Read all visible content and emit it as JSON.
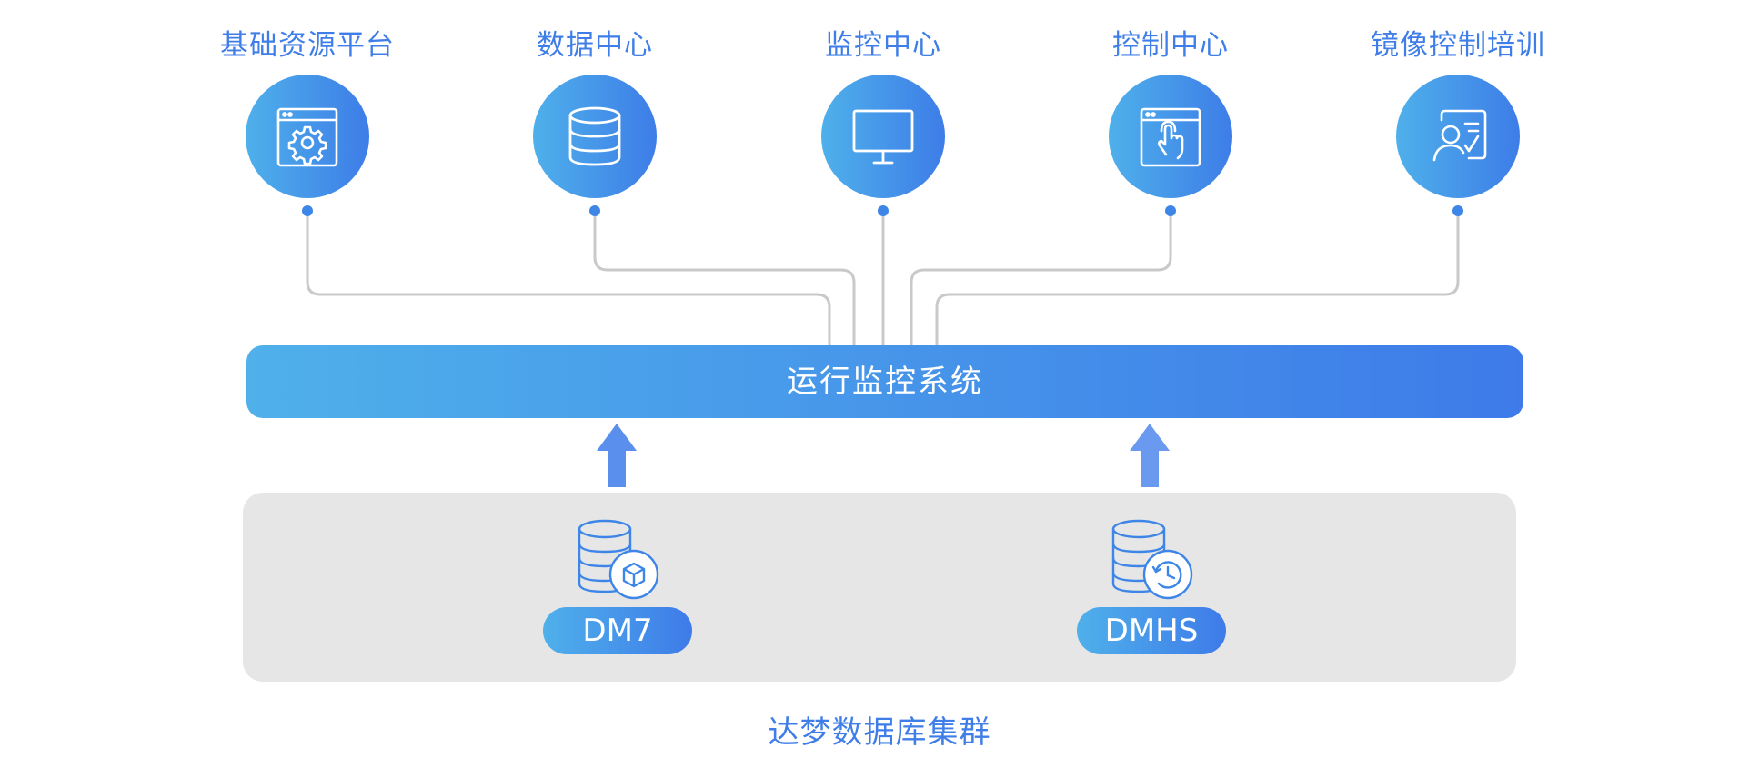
{
  "modules": [
    {
      "title": "基础资源平台",
      "icon": "settings-window-icon"
    },
    {
      "title": "数据中心",
      "icon": "database-icon"
    },
    {
      "title": "监控中心",
      "icon": "monitor-icon"
    },
    {
      "title": "控制中心",
      "icon": "touch-window-icon"
    },
    {
      "title": "镜像控制培训",
      "icon": "training-profile-icon"
    }
  ],
  "system": {
    "label": "运行监控系统"
  },
  "cluster": {
    "label": "达梦数据库集群",
    "nodes": [
      {
        "label": "DM7",
        "icon": "database-package-icon"
      },
      {
        "label": "DMHS",
        "icon": "database-sync-icon"
      }
    ]
  },
  "colors": {
    "accent": "#3f7ee8",
    "gradient_start": "#4fb0ea",
    "gradient_end": "#3d7de8",
    "connector": "#c9c9c9",
    "arrow": "#5b8fee",
    "cluster_bg": "#e6e6e6"
  }
}
